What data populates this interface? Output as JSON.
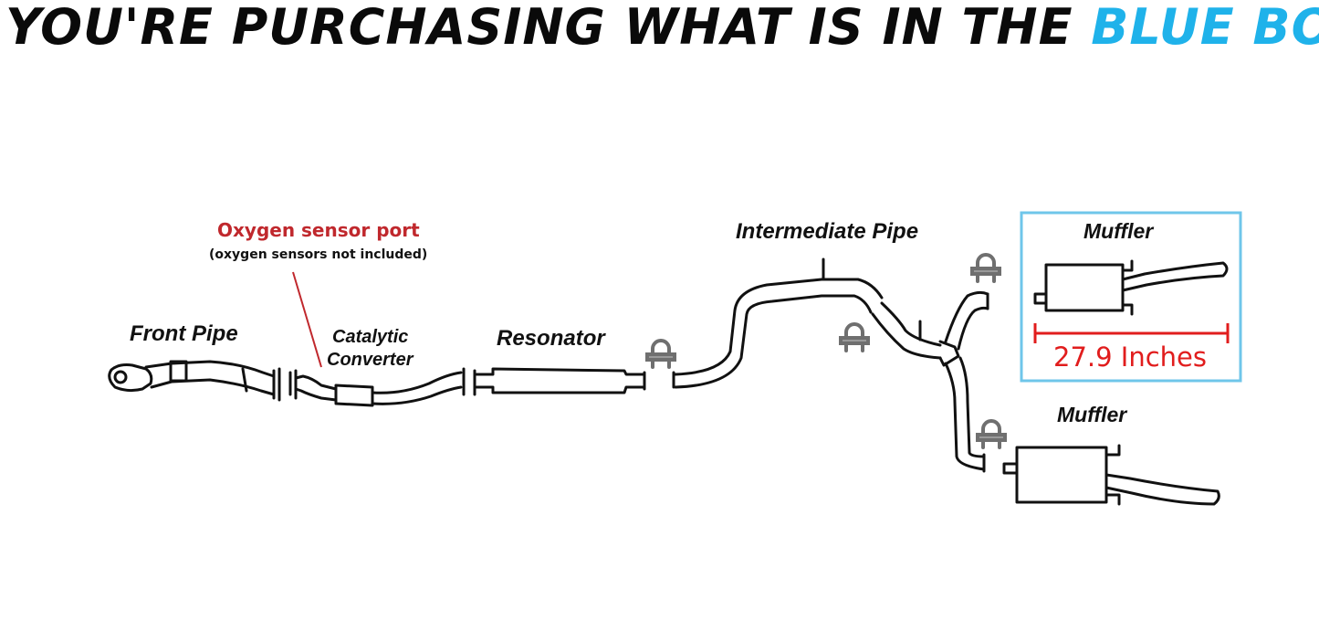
{
  "headline": {
    "prefix": "YOU'RE PURCHASING WHAT IS IN THE ",
    "highlight": "BLUE BOX"
  },
  "labels": {
    "front_pipe": "Front Pipe",
    "oxygen_port": "Oxygen sensor port",
    "oxygen_note": "(oxygen sensors not included)",
    "catalytic_line1": "Catalytic",
    "catalytic_line2": "Converter",
    "resonator": "Resonator",
    "intermediate_pipe": "Intermediate Pipe",
    "muffler_boxed": "Muffler",
    "muffler_lower": "Muffler",
    "measurement": "27.9 Inches"
  },
  "colors": {
    "highlight_blue": "#1fb2ea",
    "box_border": "#6fc6ea",
    "annotation_red": "#e11d1d",
    "oxygen_red": "#c0282d"
  }
}
